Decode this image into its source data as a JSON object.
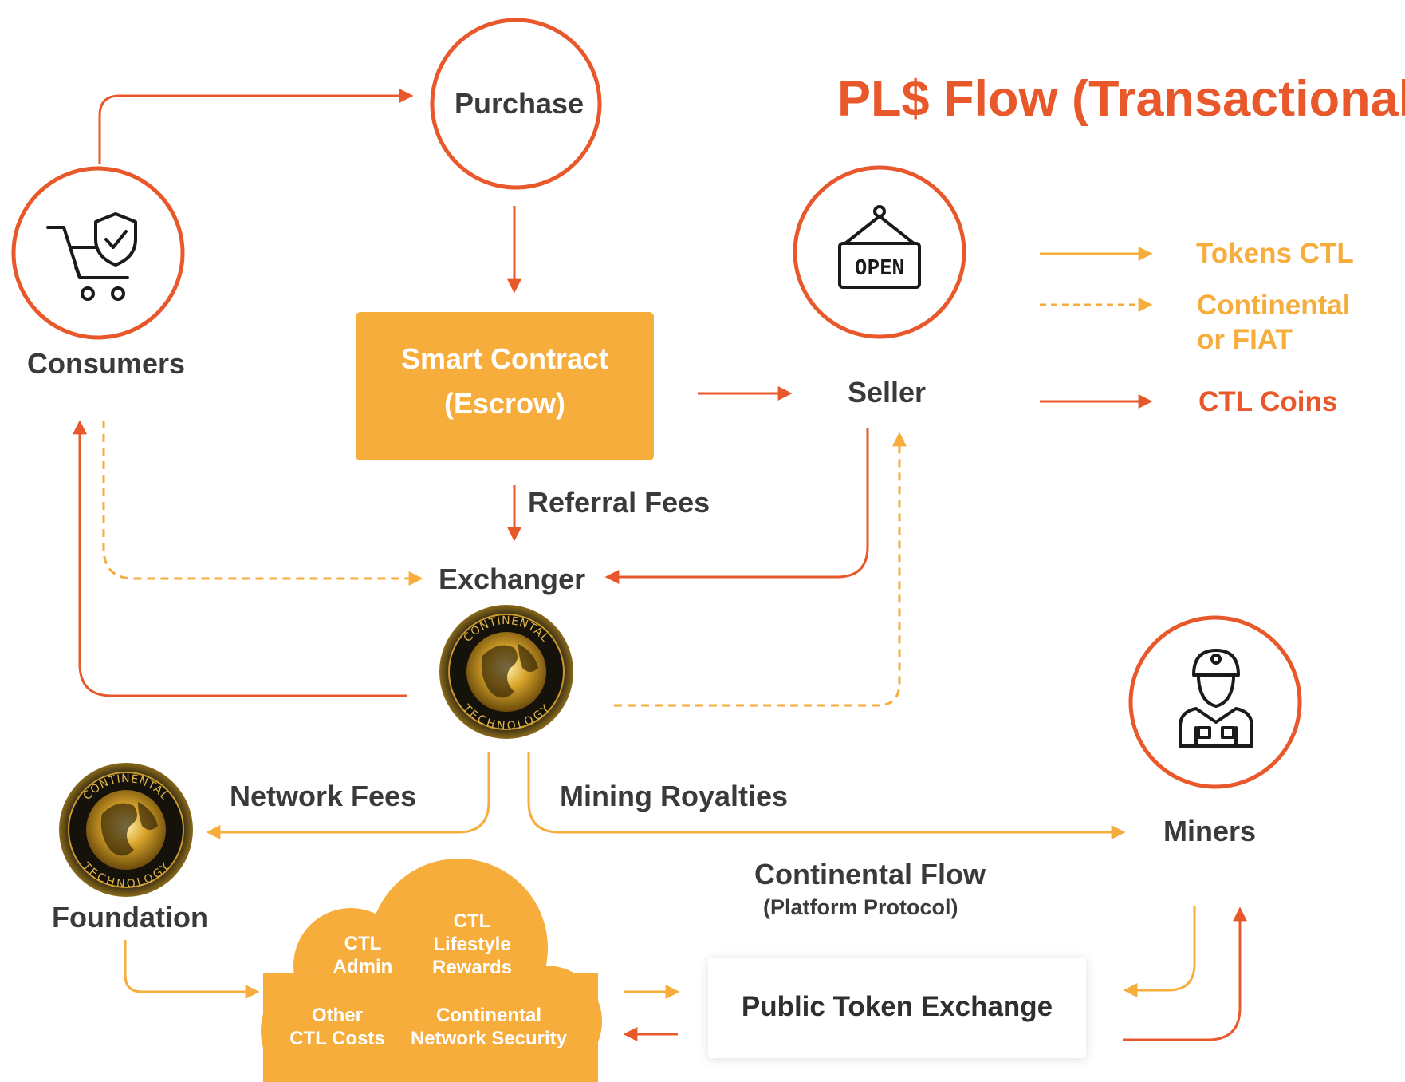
{
  "title": "PL$ Flow (Transactional)",
  "nodes": {
    "purchase": "Purchase",
    "consumers": "Consumers",
    "seller": "Seller",
    "escrow_line1": "Smart Contract",
    "escrow_line2": "(Escrow)",
    "referral_fees": "Referral Fees",
    "exchanger": "Exchanger",
    "network_fees": "Network Fees",
    "mining_royalties": "Mining Royalties",
    "foundation": "Foundation",
    "miners": "Miners",
    "continental_flow": "Continental Flow",
    "platform_protocol": "(Platform Protocol)",
    "public_token_exchange": "Public Token Exchange",
    "open_sign": "OPEN"
  },
  "coin": {
    "top_text": "CONTINENTAL",
    "bottom_text": "TECHNOLOGY"
  },
  "cloud": {
    "ctl_admin": "CTL Admin",
    "ctl_admin_line1": "CTL",
    "ctl_admin_line2": "Admin",
    "lifestyle_line1": "CTL",
    "lifestyle_line2": "Lifestyle",
    "lifestyle_line3": "Rewards",
    "other_line1": "Other",
    "other_line2": "CTL Costs",
    "security_line1": "Continental",
    "security_line2": "Network Security"
  },
  "legend": {
    "tokens": "Tokens CTL",
    "fiat_line1": "Continental",
    "fiat_line2": "or FIAT",
    "coins": "CTL Coins"
  },
  "icons": {
    "consumers": "shopping-cart-shield-icon",
    "seller": "open-sign-icon",
    "miners": "miner-worker-icon",
    "exchanger": "continental-coin-icon",
    "foundation": "continental-coin-icon"
  },
  "colors": {
    "orange": "#e8582a",
    "amber": "#f6ad3c",
    "dark_text": "#3a3a3a"
  }
}
